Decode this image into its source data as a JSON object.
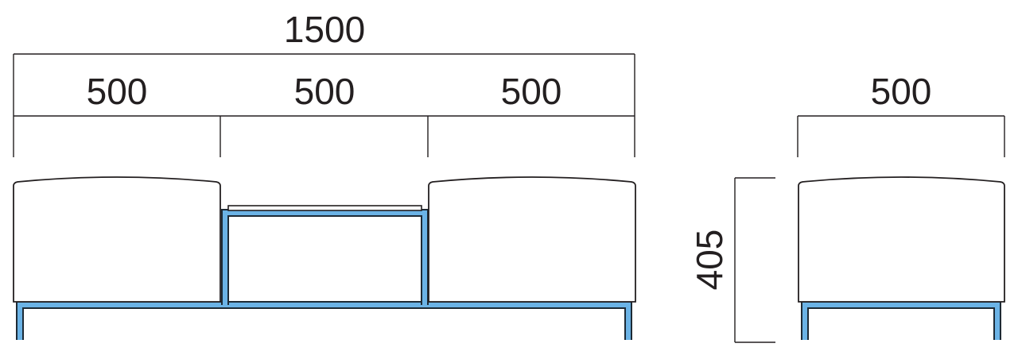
{
  "dimensions": {
    "front_total_width": "1500",
    "front_left_width": "500",
    "front_middle_width": "500",
    "front_right_width": "500",
    "side_width": "500",
    "height": "405"
  },
  "colors": {
    "line": "#231f20",
    "frame_fill": "#6bb3e6",
    "frame_outline": "#1d2a35",
    "cushion_fill": "#ffffff"
  }
}
